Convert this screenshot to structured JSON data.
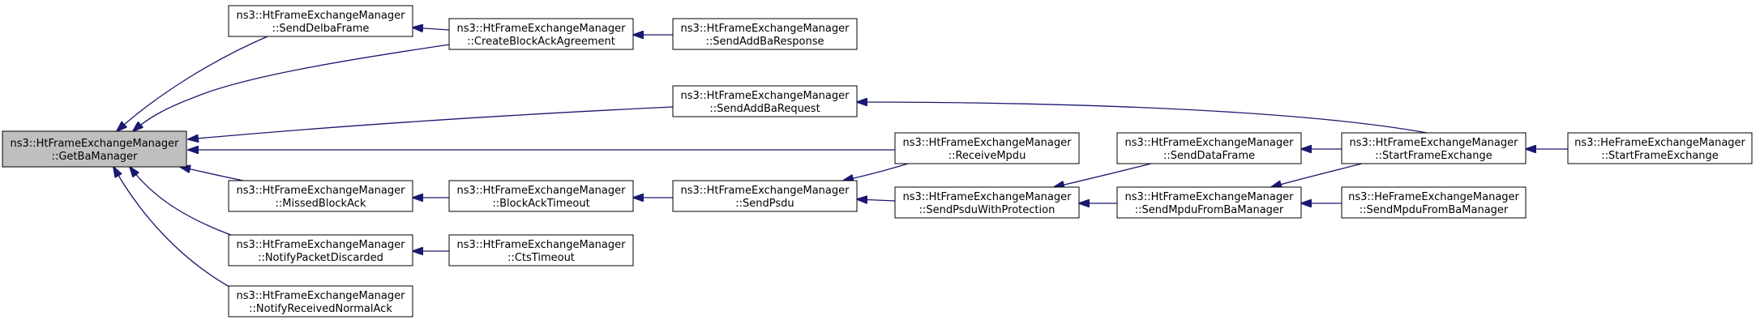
{
  "colors": {
    "edge": "#191970",
    "node_border": "#000000",
    "node_fill": "#ffffff",
    "root_fill": "#bfbfbf",
    "text": "#000000"
  },
  "nodes": [
    {
      "id": "getbamanager",
      "line1": "ns3::HtFrameExchangeManager",
      "line2": "::GetBaManager",
      "root": true
    },
    {
      "id": "senddelbaframe",
      "line1": "ns3::HtFrameExchangeManager",
      "line2": "::SendDelbaFrame"
    },
    {
      "id": "createblockackagreement",
      "line1": "ns3::HtFrameExchangeManager",
      "line2": "::CreateBlockAckAgreement"
    },
    {
      "id": "sendaddbaresponse",
      "line1": "ns3::HtFrameExchangeManager",
      "line2": "::SendAddBaResponse"
    },
    {
      "id": "sendaddbarequest",
      "line1": "ns3::HtFrameExchangeManager",
      "line2": "::SendAddBaRequest"
    },
    {
      "id": "receivempdu",
      "line1": "ns3::HtFrameExchangeManager",
      "line2": "::ReceiveMpdu"
    },
    {
      "id": "missedblockack",
      "line1": "ns3::HtFrameExchangeManager",
      "line2": "::MissedBlockAck"
    },
    {
      "id": "blockacktimeout",
      "line1": "ns3::HtFrameExchangeManager",
      "line2": "::BlockAckTimeout"
    },
    {
      "id": "sendpsdu",
      "line1": "ns3::HtFrameExchangeManager",
      "line2": "::SendPsdu"
    },
    {
      "id": "sendpsduwithprotection",
      "line1": "ns3::HtFrameExchangeManager",
      "line2": "::SendPsduWithProtection"
    },
    {
      "id": "senddataframe",
      "line1": "ns3::HtFrameExchangeManager",
      "line2": "::SendDataFrame"
    },
    {
      "id": "sendmpdufrombamanager",
      "line1": "ns3::HtFrameExchangeManager",
      "line2": "::SendMpduFromBaManager"
    },
    {
      "id": "ht-startframeexchange",
      "line1": "ns3::HtFrameExchangeManager",
      "line2": "::StartFrameExchange"
    },
    {
      "id": "he-startframeexchange",
      "line1": "ns3::HeFrameExchangeManager",
      "line2": "::StartFrameExchange"
    },
    {
      "id": "he-sendmpdufrombamanager",
      "line1": "ns3::HeFrameExchangeManager",
      "line2": "::SendMpduFromBaManager"
    },
    {
      "id": "notifypacketdiscarded",
      "line1": "ns3::HtFrameExchangeManager",
      "line2": "::NotifyPacketDiscarded"
    },
    {
      "id": "ctstimeout",
      "line1": "ns3::HtFrameExchangeManager",
      "line2": "::CtsTimeout"
    },
    {
      "id": "notifyreceivednormalack",
      "line1": "ns3::HtFrameExchangeManager",
      "line2": "::NotifyReceivedNormalAck"
    }
  ],
  "edges": [
    {
      "from": "senddelbaframe",
      "to": "getbamanager"
    },
    {
      "from": "createblockackagreement",
      "to": "getbamanager"
    },
    {
      "from": "sendaddbarequest",
      "to": "getbamanager"
    },
    {
      "from": "receivempdu",
      "to": "getbamanager"
    },
    {
      "from": "missedblockack",
      "to": "getbamanager"
    },
    {
      "from": "notifypacketdiscarded",
      "to": "getbamanager"
    },
    {
      "from": "notifyreceivednormalack",
      "to": "getbamanager"
    },
    {
      "from": "createblockackagreement",
      "to": "senddelbaframe"
    },
    {
      "from": "sendaddbaresponse",
      "to": "createblockackagreement"
    },
    {
      "from": "ht-startframeexchange",
      "to": "sendaddbarequest"
    },
    {
      "from": "sendpsdu",
      "to": "receivempdu"
    },
    {
      "from": "blockacktimeout",
      "to": "missedblockack"
    },
    {
      "from": "sendpsdu",
      "to": "blockacktimeout"
    },
    {
      "from": "sendpsduwithprotection",
      "to": "sendpsdu"
    },
    {
      "from": "senddataframe",
      "to": "sendpsduwithprotection"
    },
    {
      "from": "sendmpdufrombamanager",
      "to": "sendpsduwithprotection"
    },
    {
      "from": "ht-startframeexchange",
      "to": "senddataframe"
    },
    {
      "from": "ht-startframeexchange",
      "to": "sendmpdufrombamanager"
    },
    {
      "from": "he-sendmpdufrombamanager",
      "to": "sendmpdufrombamanager"
    },
    {
      "from": "he-startframeexchange",
      "to": "ht-startframeexchange"
    },
    {
      "from": "ctstimeout",
      "to": "notifypacketdiscarded"
    }
  ]
}
